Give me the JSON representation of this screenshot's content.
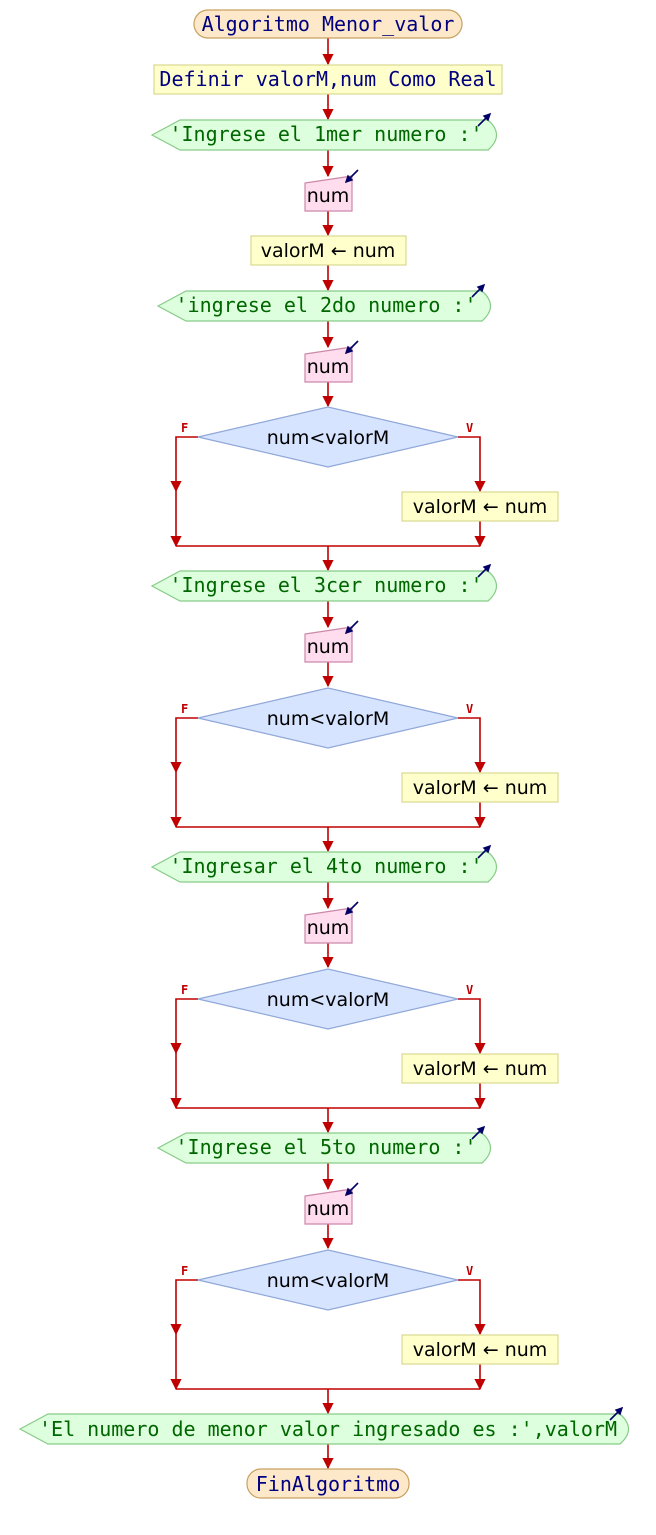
{
  "diagram": {
    "start": "Algoritmo Menor_valor",
    "define": "Definir valorM,num Como Real",
    "prompt1": "'Ingrese el 1mer numero :'",
    "read1": "num",
    "assign1": "valorM ← num",
    "prompt2": "'ingrese el 2do numero :'",
    "read2": "num",
    "cond2": "num<valorM",
    "assign2": "valorM ← num",
    "prompt3": "'Ingrese el 3cer numero :'",
    "read3": "num",
    "cond3": "num<valorM",
    "assign3": "valorM ← num",
    "prompt4": "'Ingresar el 4to numero :'",
    "read4": "num",
    "cond4": "num<valorM",
    "assign4": "valorM ← num",
    "prompt5": "'Ingrese el 5to numero :'",
    "read5": "num",
    "cond5": "num<valorM",
    "assign5": "valorM ← num",
    "output": "'El numero de menor valor ingresado es :',valorM",
    "end": "FinAlgoritmo",
    "true_label": "V",
    "false_label": "F"
  },
  "colors": {
    "line": "#c00000",
    "terminal_fill": "#fde9c9",
    "terminal_stroke": "#c8a060",
    "process_fill": "#ffffcc",
    "process_stroke": "#d8d890",
    "io_fill": "#ddffdd",
    "io_stroke": "#88cc88",
    "read_fill": "#ffddee",
    "read_stroke": "#cc88aa",
    "decision_fill": "#d6e4ff",
    "decision_stroke": "#90a8d8",
    "text_keyword": "#000080",
    "text_string": "#006600",
    "text_plain": "#000000",
    "io_arrow": "#000066"
  }
}
